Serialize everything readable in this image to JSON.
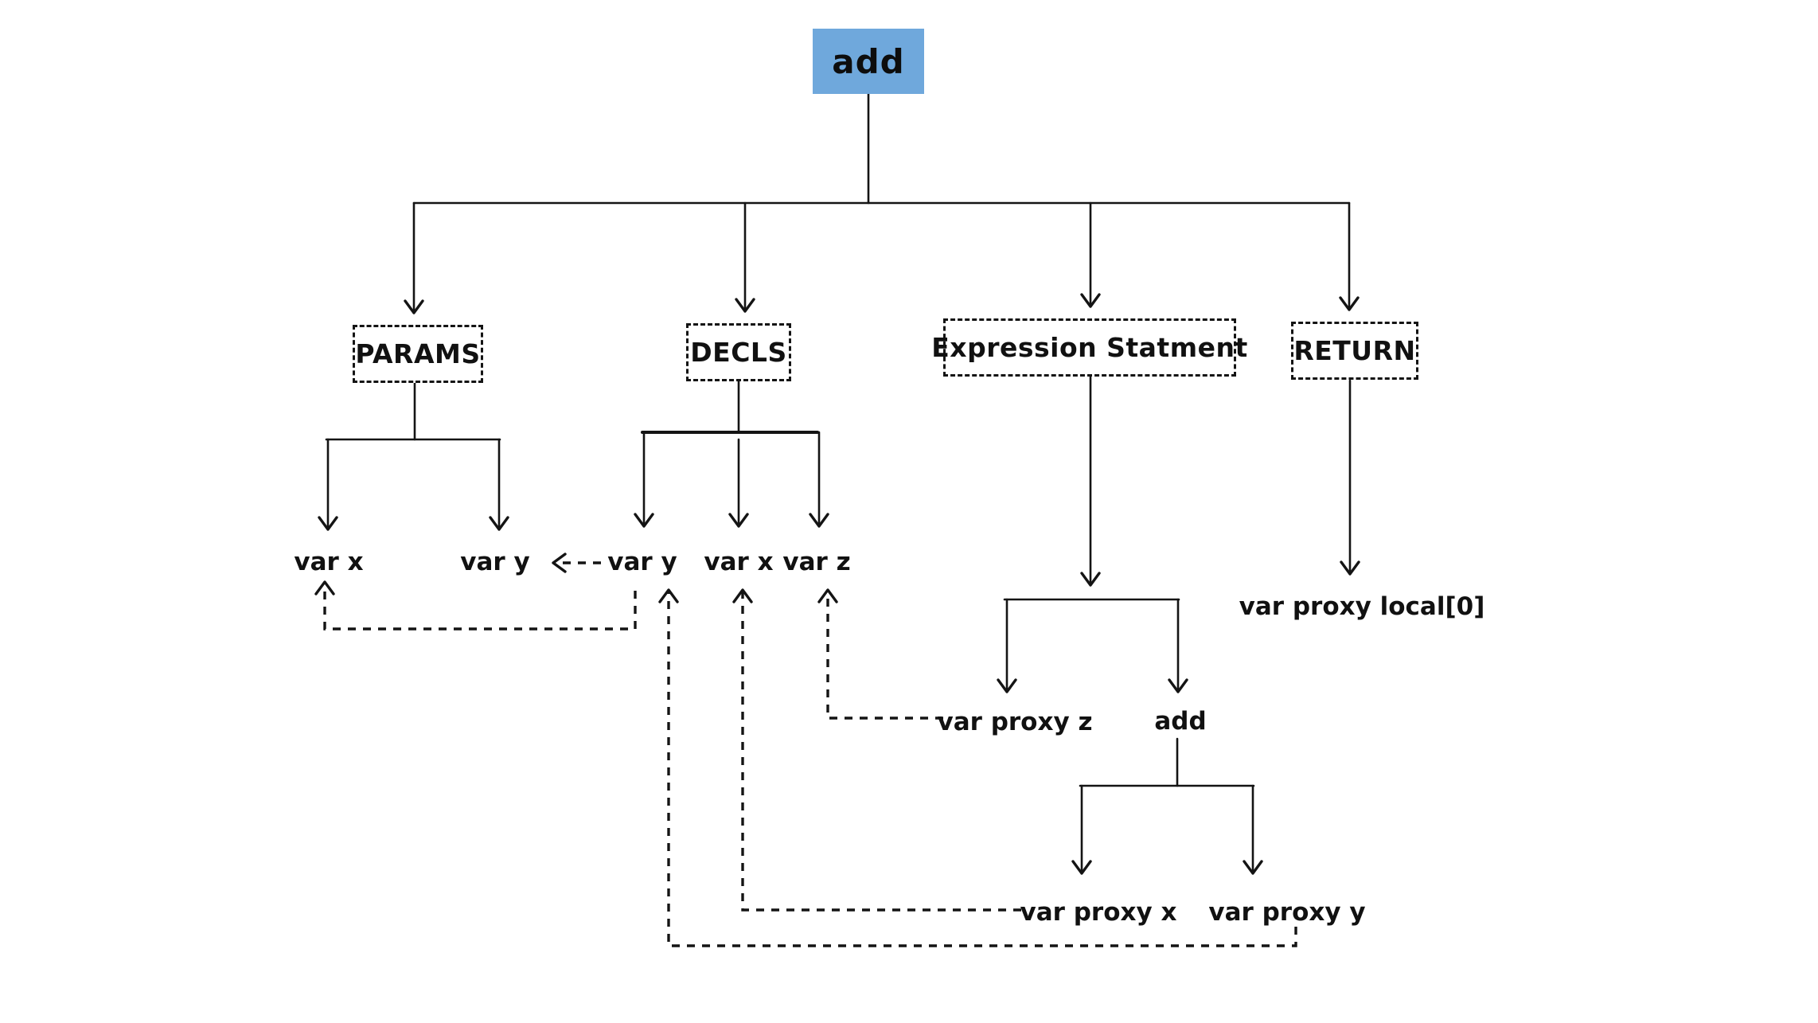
{
  "diagram": {
    "title_node": "add",
    "colors": {
      "root_box_bg": "#6fa8dc",
      "line": "#141414",
      "text": "#111111"
    },
    "nodes": {
      "root": {
        "label": "add"
      },
      "params": {
        "label": "PARAMS"
      },
      "decls": {
        "label": "DECLS"
      },
      "expr_statement": {
        "label": "Expression Statment"
      },
      "return": {
        "label": "RETURN"
      },
      "params_var_x": {
        "label": "var x"
      },
      "params_var_y": {
        "label": "var y"
      },
      "decls_var_y": {
        "label": "var y"
      },
      "decls_var_x": {
        "label": "var x"
      },
      "decls_var_z": {
        "label": "var z"
      },
      "var_proxy_z": {
        "label": "var proxy z"
      },
      "add_call": {
        "label": "add"
      },
      "var_proxy_x": {
        "label": "var proxy x"
      },
      "var_proxy_y": {
        "label": "var proxy y"
      },
      "var_proxy_local": {
        "label": "var proxy local[0]"
      }
    },
    "edges": {
      "solid": [
        "add -> PARAMS",
        "add -> DECLS",
        "add -> Expression Statment",
        "add -> RETURN",
        "PARAMS -> var x",
        "PARAMS -> var y",
        "DECLS -> var y",
        "DECLS -> var x",
        "DECLS -> var z",
        "Expression Statment -> var proxy z",
        "Expression Statment -> add",
        "add -> var proxy x",
        "add -> var proxy y",
        "RETURN -> var proxy local[0]"
      ],
      "dashed": [
        "var y (DECLS) -> var y (PARAMS)",
        "var y (DECLS) -> var x (PARAMS)",
        "var proxy z -> var z (DECLS)",
        "var proxy x -> var x (DECLS)",
        "var proxy y -> var y (DECLS)"
      ]
    }
  }
}
